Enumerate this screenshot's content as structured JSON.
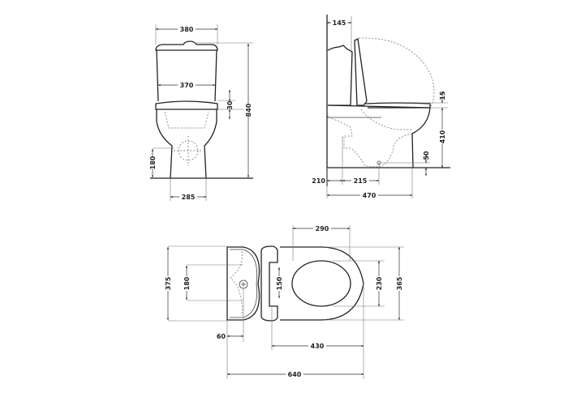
{
  "front_view": {
    "width_top": "380",
    "width_tank": "370",
    "seat_gap": "30",
    "height_total": "840",
    "outlet_height": "180",
    "base_width": "285"
  },
  "side_view": {
    "tank_depth": "145",
    "seat_thickness": "15",
    "seat_height": "410",
    "outlet_height": "50",
    "wall_offset": "210",
    "outlet_distance": "215",
    "projection": "470"
  },
  "plan_view": {
    "total_width": "375",
    "fixing_spacing": "180",
    "fixing_offset": "60",
    "hinge_width": "150",
    "opening_length": "290",
    "opening_width": "230",
    "seat_width": "365",
    "seat_length": "430",
    "total_length": "640"
  }
}
